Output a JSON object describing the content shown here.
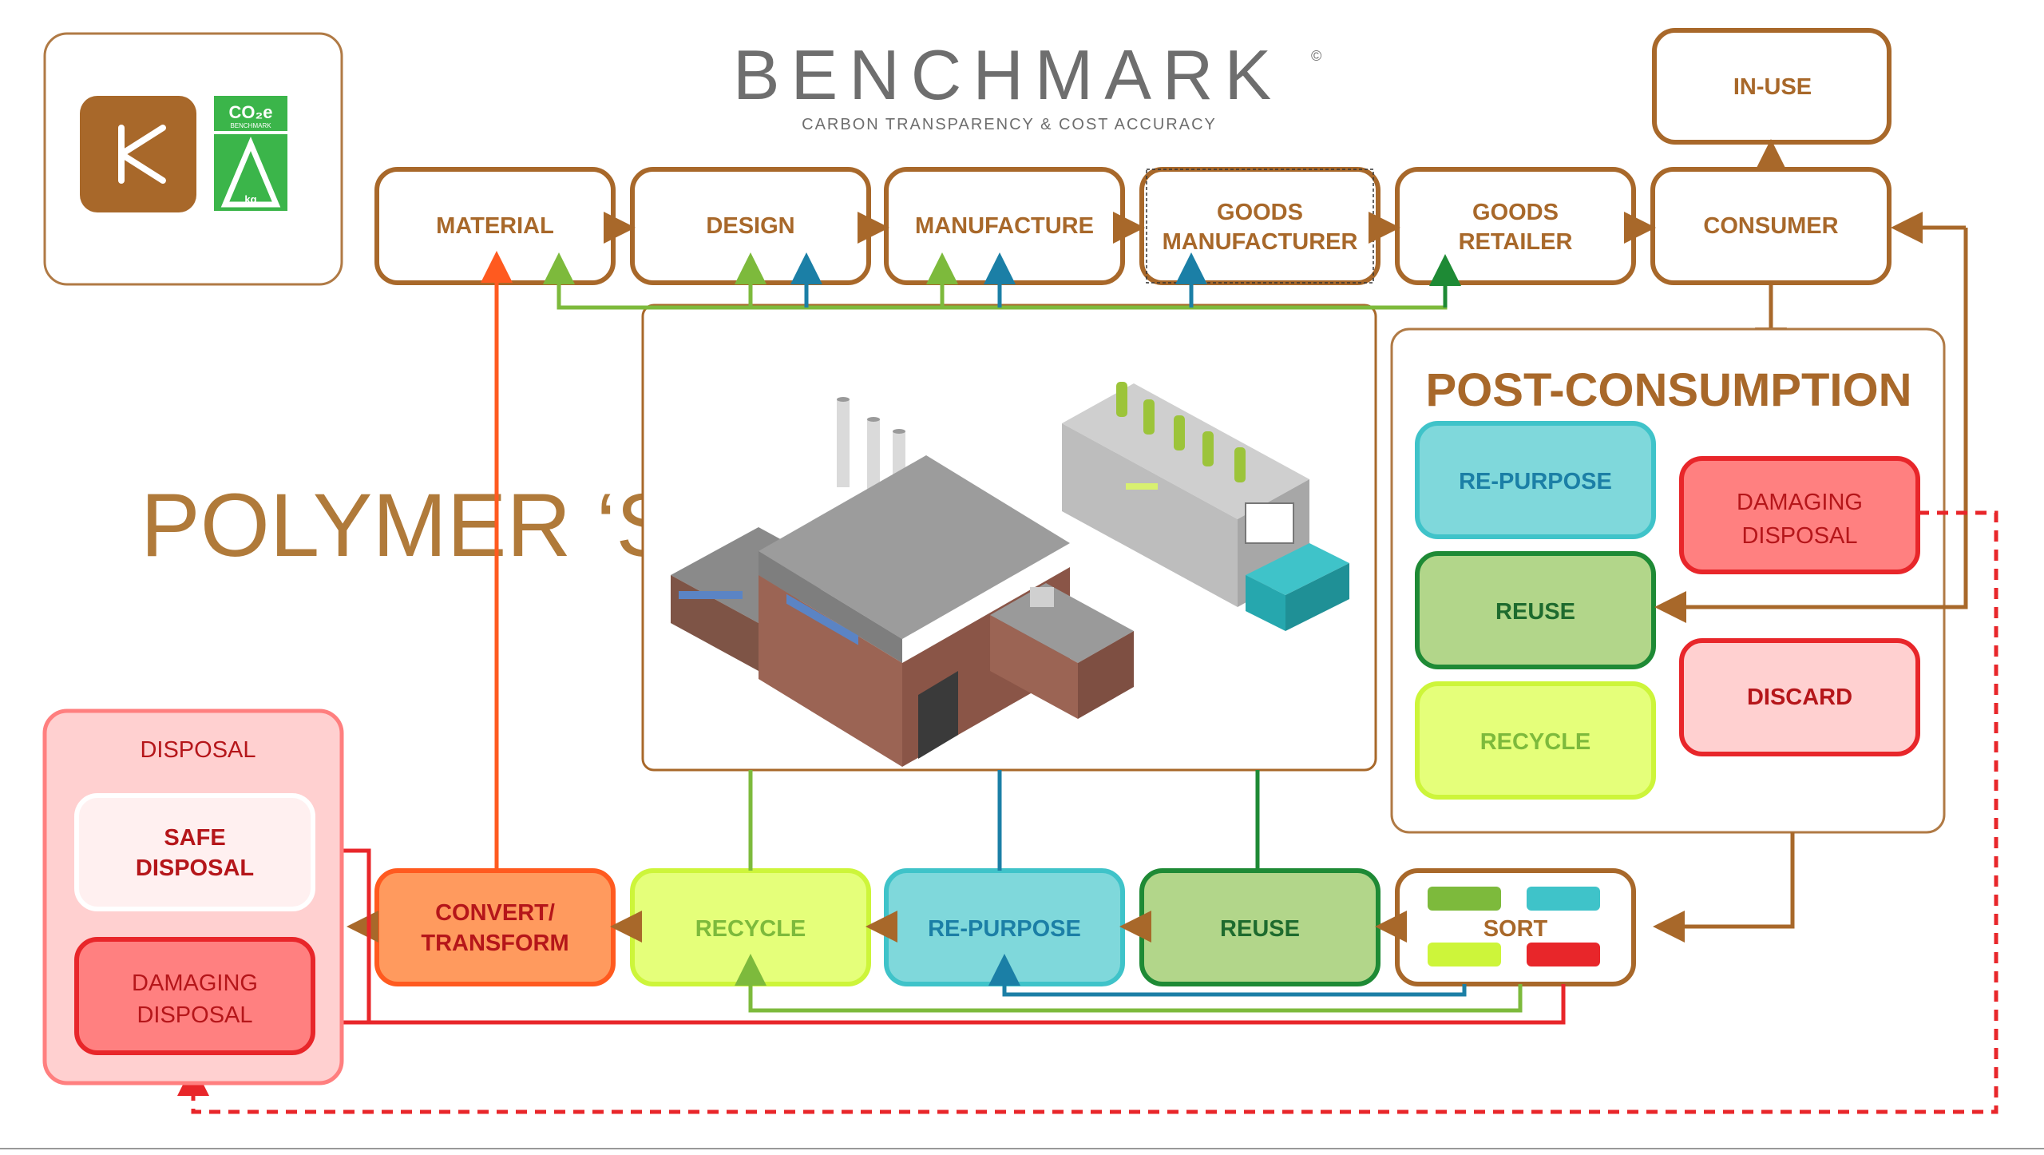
{
  "brand": {
    "wordmark": "BENCHMARK",
    "copyright": "©",
    "tagline": "CARBON TRANSPARENCY & COST ACCURACY",
    "badge_top": "CO₂e",
    "badge_sub": "BENCHMARK",
    "badge_kg": "kg"
  },
  "headline": "POLYMER ‘SUPPLY CHAIN’",
  "supply_chain": {
    "material": "MATERIAL",
    "design": "DESIGN",
    "manufacture": "MANUFACTURE",
    "goods_manufacturer": [
      "GOODS",
      "MANUFACTURER"
    ],
    "goods_retailer": [
      "GOODS",
      "RETAILER"
    ],
    "consumer": "CONSUMER",
    "in_use": "IN-USE"
  },
  "post_consumption": {
    "title": "POST-CONSUMPTION",
    "repurpose": "RE-PURPOSE",
    "reuse": "REUSE",
    "recycle": "RECYCLE",
    "damaging_disposal": [
      "DAMAGING",
      "DISPOSAL"
    ],
    "discard": "DISCARD"
  },
  "return_loop": {
    "sort": "SORT",
    "reuse": "REUSE",
    "repurpose": "RE-PURPOSE",
    "recycle": "RECYCLE",
    "convert": [
      "CONVERT/",
      "TRANSFORM"
    ]
  },
  "disposal": {
    "title": "DISPOSAL",
    "safe": [
      "SAFE",
      "DISPOSAL"
    ],
    "damaging": [
      "DAMAGING",
      "DISPOSAL"
    ]
  },
  "colors": {
    "brown": "#A8682A",
    "green_light": "#7DBA3C",
    "green_dark": "#1E8A35",
    "teal": "#1B7FA6",
    "red": "#E8262A",
    "orange": "#FF5A1F",
    "cyan_fill": "#7FD8DB",
    "lime_fill": "#E5FF7A",
    "reuse_fill": "#B2D68A",
    "pink_fill": "#FF8080"
  }
}
